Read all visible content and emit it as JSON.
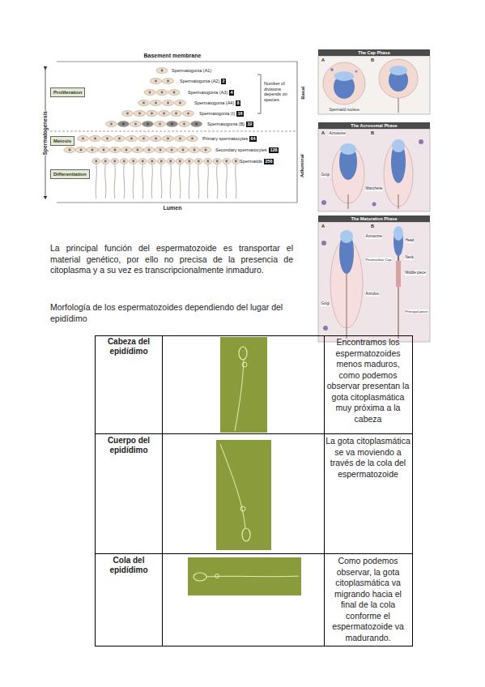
{
  "diagram": {
    "nodes": [
      {
        "text": [
          "Proliferation"
        ]
      },
      {
        "text": [
          "Meiosis"
        ]
      },
      {
        "text": [
          "Differentiation"
        ]
      },
      {
        "text": [
          "The Cap Phase"
        ]
      },
      {
        "text": [
          "The Acrosomal Phase"
        ]
      },
      {
        "text": [
          "The Maturation Phase"
        ]
      }
    ],
    "labels": [
      "Basement membrane",
      "Spermatogenesis",
      "Basal",
      "Adluminal",
      "Lumen",
      "Spermatogonia (A1)",
      "Spermatogonia (A2)",
      "2",
      "Spermatogonia (A3)",
      "4",
      "Spermatogonia (A4)",
      "8",
      "Spermatogonia (I)",
      "16",
      "Spermatogonia (B)",
      "32",
      "Primary spermatocytes",
      "64",
      "Secondary spermatocytes",
      "128",
      "Spermatids",
      "256",
      "Number of divisions depends on species",
      "A",
      "B",
      "Spermatid nucleus",
      "A",
      "B",
      "Acrosome",
      "Golgi",
      "Manchette",
      "A",
      "B",
      "Acrosome",
      "Postnuclear Cap",
      "Golgi",
      "Annulus",
      "Head",
      "Neck",
      "Middle piece",
      "Principal piece",
      "La principal función del espermatozoide es transportar el material genético, por ello no precisa de la presencia de citoplasma y a su vez es transcripcionalmente inmaduro.",
      "Morfología de los espermatozoides dependiendo del lugar del epidídimo",
      "Cabeza del epidídimo",
      "Encontramos los espermatozoides menos maduros, como podemos observar presentan la gota citoplasmática muy próxima a la cabeza",
      "Cuerpo del epidídimo",
      "La gota citoplasmática se va moviendo a través de la cola del espermatozoide",
      "Cola del epidídimo",
      "Como podemos observar, la gota citoplasmática va migrando hacia el final de la cola conforme el espermatozoide va madurando."
    ]
  }
}
